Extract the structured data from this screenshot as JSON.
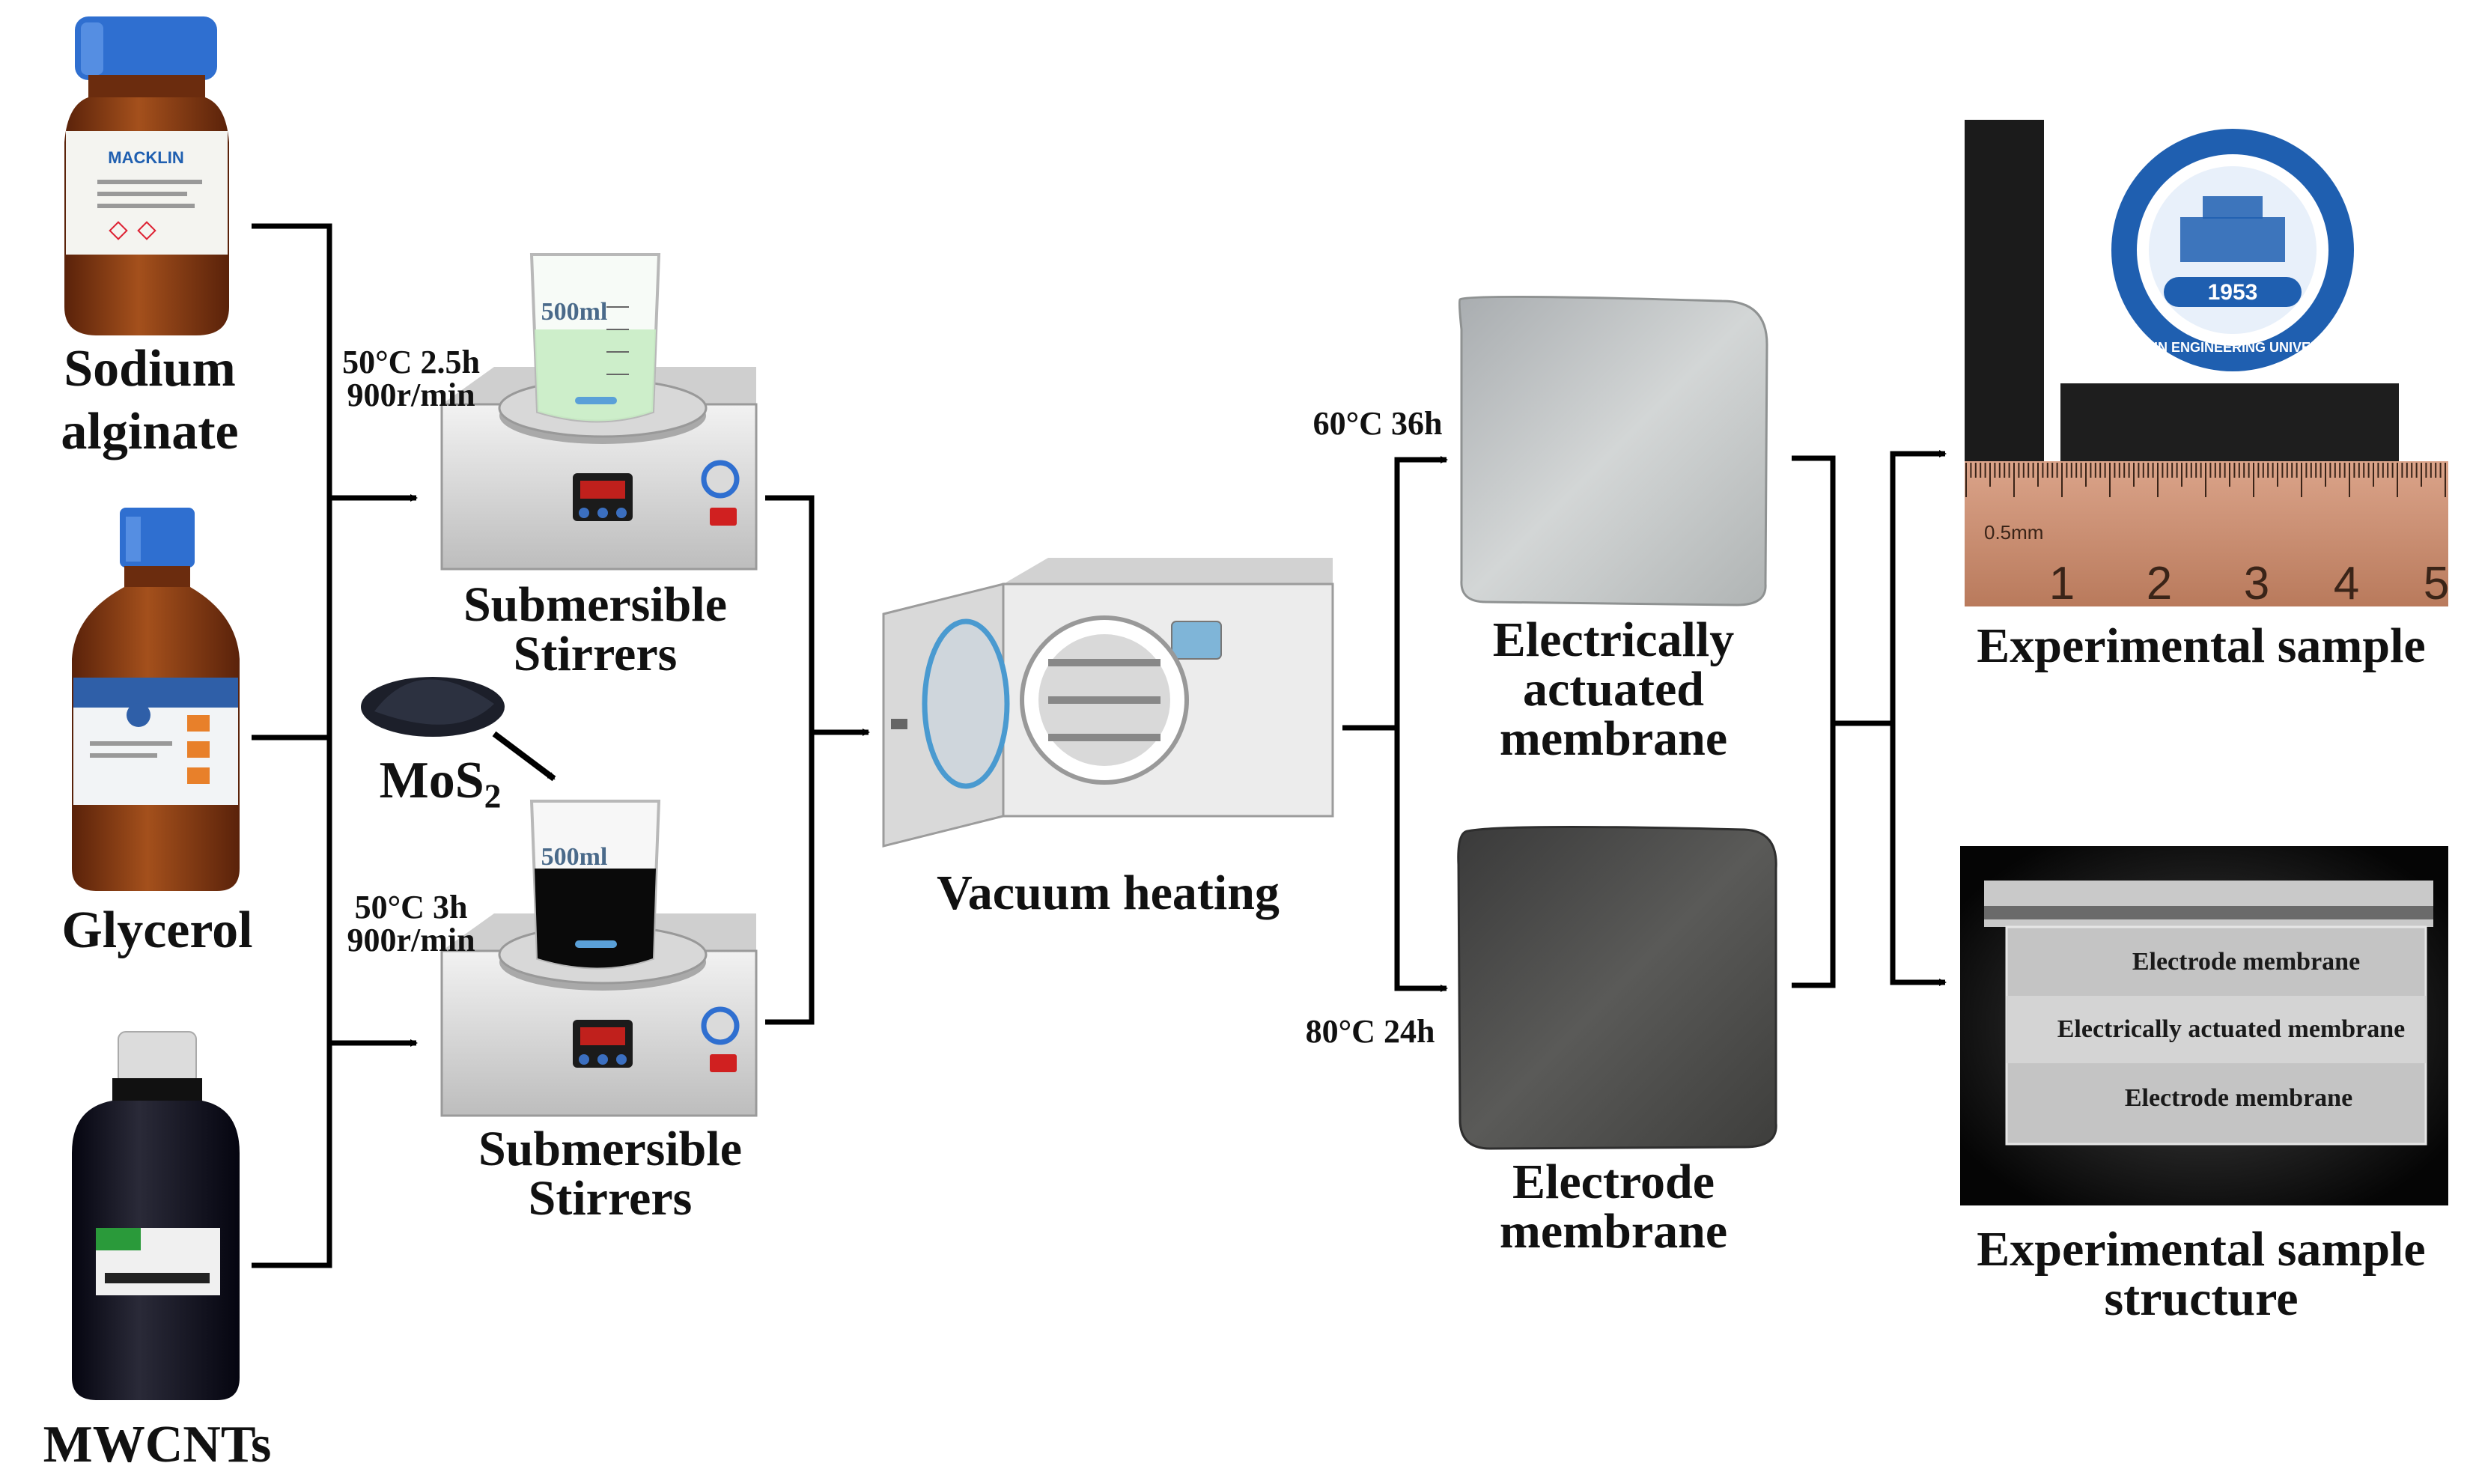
{
  "materials": {
    "sodium_alginate": {
      "line1": "Sodium",
      "line2": "alginate",
      "bottle_brand": "MACKLIN"
    },
    "glycerol": {
      "label": "Glycerol"
    },
    "mwcnts": {
      "label": "MWCNTs"
    },
    "mos2": {
      "base": "MoS",
      "subscript": "2"
    }
  },
  "stirrer_top": {
    "condition_temp": "50°C 2.5h",
    "condition_speed": "900r/min",
    "beaker_volume": "500ml",
    "line1": "Submersible",
    "line2": "Stirrers"
  },
  "stirrer_bottom": {
    "condition_temp": "50°C 3h",
    "condition_speed": "900r/min",
    "beaker_volume": "500ml",
    "line1": "Submersible",
    "line2": "Stirrers"
  },
  "oven": {
    "label": "Vacuum heating"
  },
  "branch_top": {
    "condition": "60°C 36h",
    "line1": "Electrically",
    "line2": "actuated",
    "line3": "membrane"
  },
  "branch_bottom": {
    "condition": "80°C 24h",
    "line1": "Electrode",
    "line2": "membrane"
  },
  "result_top": {
    "label": "Experimental sample",
    "ruler_unit": "0.5mm",
    "ruler_numbers": [
      "1",
      "2",
      "3",
      "4",
      "5"
    ],
    "logo_year": "1953",
    "logo_text": "HARBIN ENGINEERING UNIVERSITY"
  },
  "result_bottom": {
    "line1": "Experimental sample",
    "line2": "structure",
    "layer_top": "Electrode membrane",
    "layer_mid": "Electrically actuated membrane",
    "layer_bottom": "Electrode membrane"
  },
  "colors": {
    "bottle_cap_blue": "#2f6fd0",
    "amber_glass": "#8a3c12",
    "stirrer_body": "#e2e2e2",
    "display_red": "#c0201c",
    "membrane_light": "#bfbfbf",
    "membrane_dark": "#4a4a4a",
    "logo_blue": "#1f5fb0",
    "ruler_wood": "#c88a6a"
  }
}
